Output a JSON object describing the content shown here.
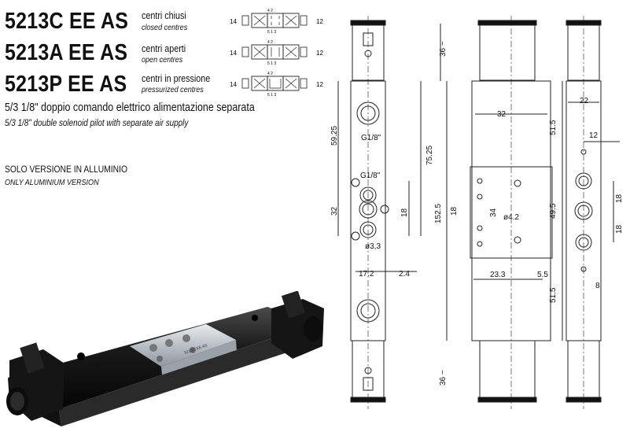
{
  "models": [
    {
      "code": "5213C EE AS",
      "label_it": "centri chiusi",
      "label_en": "closed centres"
    },
    {
      "code": "5213A EE AS",
      "label_it": "centri aperti",
      "label_en": "open centres"
    },
    {
      "code": "5213P EE AS",
      "label_it": "centri in pressione",
      "label_en": "pressurized centres"
    }
  ],
  "symbol": {
    "port_left": "14",
    "port_right": "12",
    "ports_top": "4   2",
    "ports_bottom": "5 1 3"
  },
  "description_it": "5/3 1/8\" doppio comando elettrico alimentazione separata",
  "description_en": "5/3 1/8\" double solenoid pilot with separate air supply",
  "version_it": "SOLO VERSIONE IN ALLUMINIO",
  "version_en": "ONLY ALUMINIUM VERSION",
  "photo": {
    "plate_text": "5213C EE AS"
  },
  "dimensions": {
    "front": {
      "coil_top": "36 ~",
      "to_port": "59.25",
      "g_upper": "G1/8\"",
      "to_side": "75.25",
      "g_side": "G1/8\"",
      "pitch": "32",
      "side_18": "18",
      "hole": "ø3,3",
      "w1": "17.2",
      "w2": "2.4",
      "coil_bottom": "36 ~"
    },
    "middle": {
      "width": "32",
      "length": "152.5",
      "pitch18": "18",
      "center": "34",
      "hole": "ø4.2",
      "w1": "23.3",
      "w2": "5.5",
      "mid": "49.5",
      "top": "51.5",
      "bottom": "51.5"
    },
    "side": {
      "width": "22",
      "offset": "12",
      "p1": "18",
      "p2": "18",
      "off8": "8"
    }
  }
}
